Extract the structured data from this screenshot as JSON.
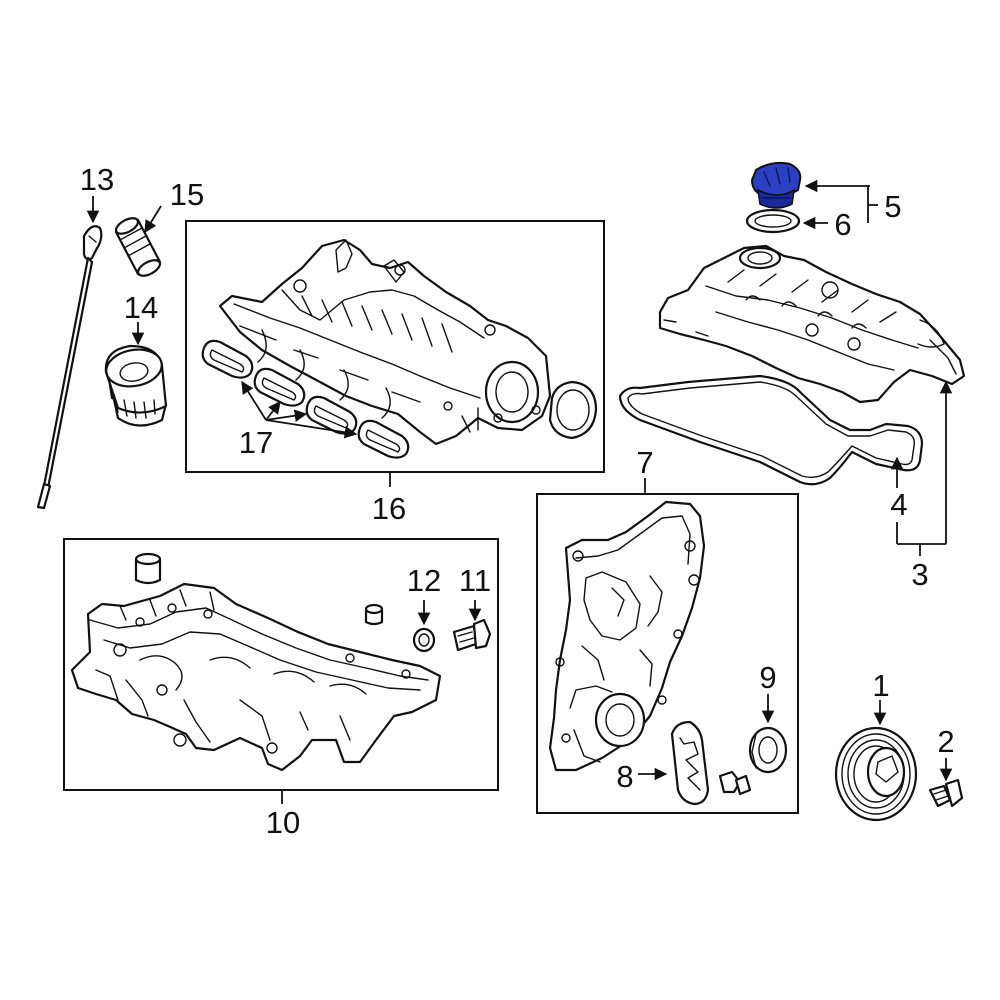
{
  "callouts": {
    "c1": "1",
    "c2": "2",
    "c3": "3",
    "c4": "4",
    "c5": "5",
    "c6": "6",
    "c7": "7",
    "c8": "8",
    "c9": "9",
    "c10": "10",
    "c11": "11",
    "c12": "12",
    "c13": "13",
    "c14": "14",
    "c15": "15",
    "c16": "16",
    "c17": "17"
  },
  "colors": {
    "highlight": "#2b3fc2",
    "line": "#111111"
  }
}
